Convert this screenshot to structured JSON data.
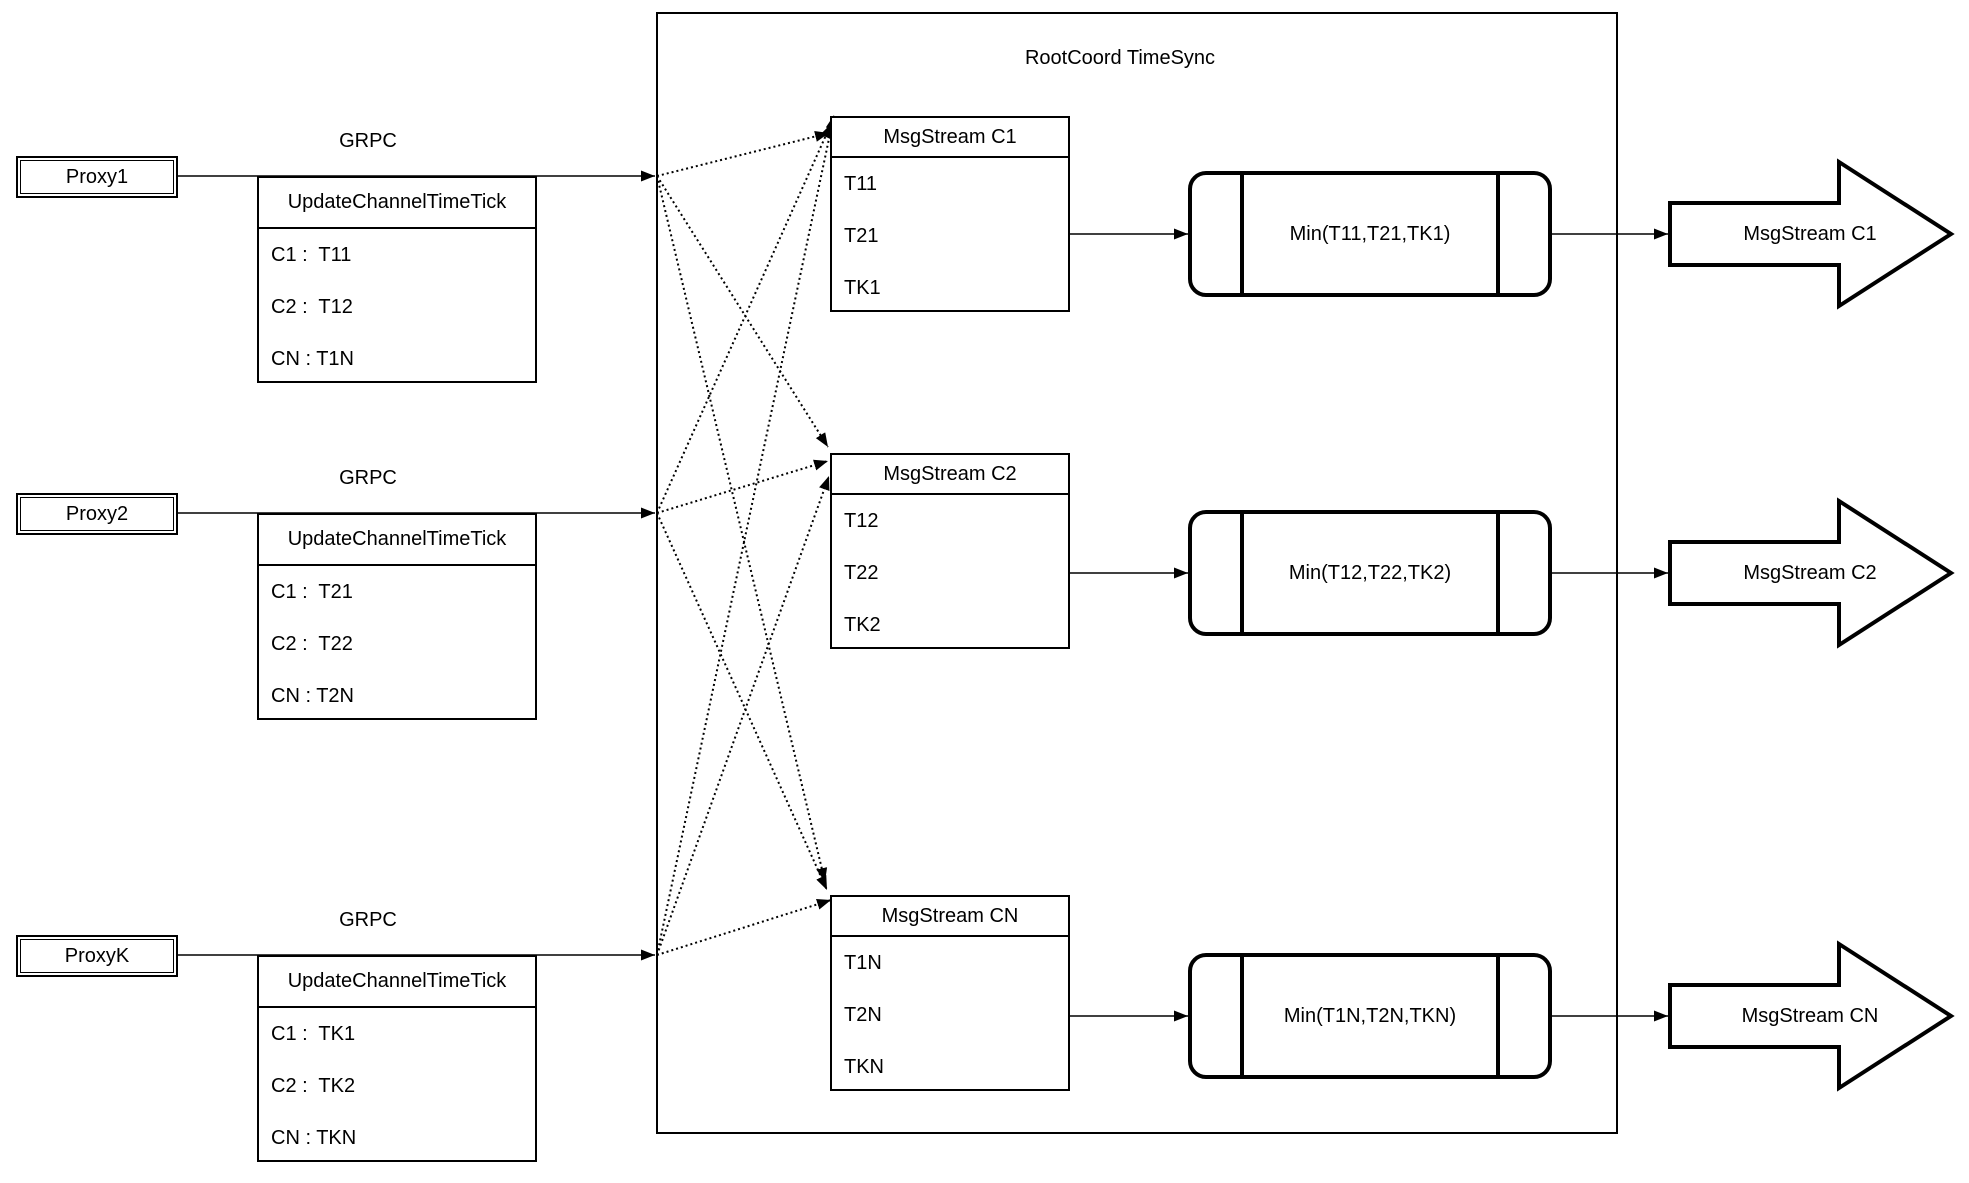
{
  "title": "RootCoord TimeSync",
  "grpc_label": "GRPC",
  "proxies": [
    {
      "name": "Proxy1",
      "table": {
        "header": "UpdateChannelTimeTick",
        "rows": [
          "C1 :  T11",
          "C2 :  T12",
          "CN : T1N"
        ]
      }
    },
    {
      "name": "Proxy2",
      "table": {
        "header": "UpdateChannelTimeTick",
        "rows": [
          "C1 :  T21",
          "C2 :  T22",
          "CN : T2N"
        ]
      }
    },
    {
      "name": "ProxyK",
      "table": {
        "header": "UpdateChannelTimeTick",
        "rows": [
          "C1 :  TK1",
          "C2 :  TK2",
          "CN : TKN"
        ]
      }
    }
  ],
  "streams": [
    {
      "header": "MsgStream C1",
      "rows": [
        "T11",
        "T21",
        "TK1"
      ],
      "min": "Min(T11,T21,TK1)",
      "out": "MsgStream C1"
    },
    {
      "header": "MsgStream C2",
      "rows": [
        "T12",
        "T22",
        "TK2"
      ],
      "min": "Min(T12,T22,TK2)",
      "out": "MsgStream C2"
    },
    {
      "header": "MsgStream CN",
      "rows": [
        "T1N",
        "T2N",
        "TKN"
      ],
      "min": "Min(T1N,T2N,TKN)",
      "out": "MsgStream CN"
    }
  ],
  "colors": {
    "stroke": "#000000",
    "background": "#ffffff"
  }
}
